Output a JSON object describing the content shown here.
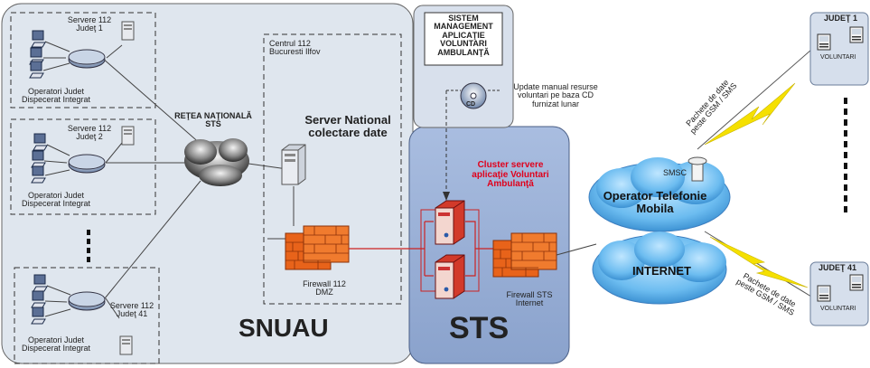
{
  "regions": {
    "snuau": "SNUAU",
    "sts": "STS"
  },
  "groups": [
    {
      "servers": "Servere 112",
      "county": "Judeţ 1",
      "ops_line1": "Operatori Judet",
      "ops_line2": "Dispecerat Integrat"
    },
    {
      "servers": "Servere 112",
      "county": "Judeţ 2",
      "ops_line1": "Operatori Judet",
      "ops_line2": "Dispecerat Integrat"
    },
    {
      "servers": "Servere 112",
      "county": "Judeţ 41",
      "ops_line1": "Operatori Judet",
      "ops_line2": "Dispecerat Integrat"
    }
  ],
  "centru": {
    "line1": "Centrul 112",
    "line2": "Bucuresti Ilfov"
  },
  "retea": {
    "line1": "REŢEA NAŢIONALĂ",
    "line2": "STS"
  },
  "server_national": {
    "line1": "Server National",
    "line2": "colectare date"
  },
  "firewall112": {
    "line1": "Firewall 112",
    "line2": "DMZ"
  },
  "sistem": {
    "line1": "SISTEM",
    "line2": "MANAGEMENT",
    "line3": "APLICAŢIE",
    "line4": "VOLUNTARI",
    "line5": "AMBULANŢĂ"
  },
  "cd": "CD",
  "update_note": {
    "line1": "Update manual resurse",
    "line2": "voluntari pe baza CD",
    "line3": "furnizat lunar"
  },
  "cluster": {
    "line1": "Cluster servere",
    "line2": "aplicaţie Voluntari",
    "line3": "Ambulanţă"
  },
  "firewall_sts": {
    "line1": "Firewall STS",
    "line2": "Internet"
  },
  "operator": {
    "line1": "Operator Telefonie",
    "line2": "Mobila",
    "smsc": "SMSC"
  },
  "internet": "INTERNET",
  "judet1": {
    "title": "JUDEŢ 1",
    "volunteers": "VOLUNTARI"
  },
  "judet41": {
    "title": "JUDEŢ 41",
    "volunteers": "VOLUNTARI"
  },
  "packets1": {
    "line1": "Pachete de date",
    "line2": "peste GSM / SMS"
  },
  "packets2": {
    "line1": "Pachete de date",
    "line2": "peste GSM / SMS"
  },
  "colors": {
    "snuau_bg": "#dfe6ee",
    "sts_bg": "#9fb3d6",
    "cloud": "#4a9ed8",
    "firewall": "#e8631a",
    "cluster_red": "#e0001b",
    "link_red": "#cc2222",
    "lightning": "#f5e000"
  }
}
